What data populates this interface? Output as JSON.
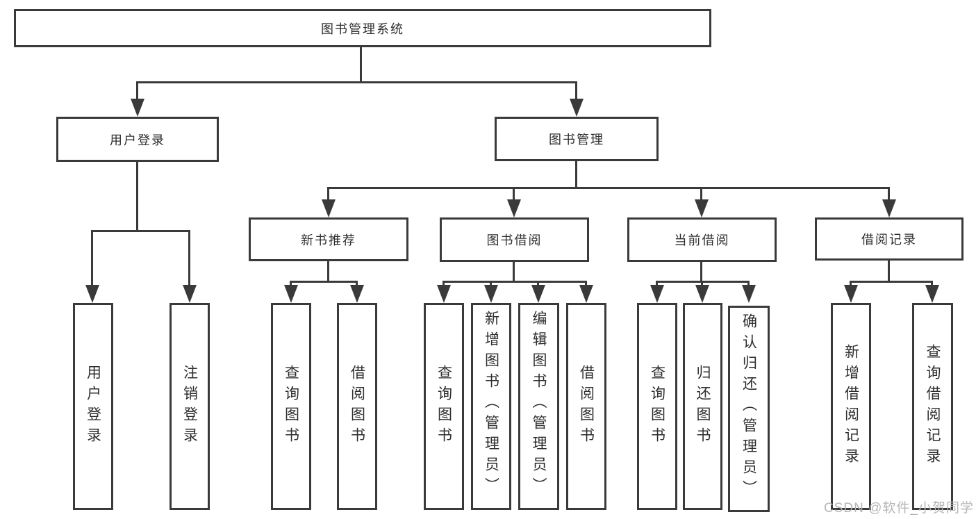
{
  "tree": {
    "label": "图书管理系统",
    "children": [
      {
        "label": "用户登录",
        "children": [
          {
            "label": "用户登录"
          },
          {
            "label": "注销登录"
          }
        ]
      },
      {
        "label": "图书管理",
        "children": [
          {
            "label": "新书推荐",
            "children": [
              {
                "label": "查询图书"
              },
              {
                "label": "借阅图书"
              }
            ]
          },
          {
            "label": "图书借阅",
            "children": [
              {
                "label": "查询图书"
              },
              {
                "label": "新增图书（管理员）"
              },
              {
                "label": "编辑图书（管理员）"
              },
              {
                "label": "借阅图书"
              }
            ]
          },
          {
            "label": "当前借阅",
            "children": [
              {
                "label": "查询图书"
              },
              {
                "label": "归还图书"
              },
              {
                "label": "确认归还（管理员）"
              }
            ]
          },
          {
            "label": "借阅记录",
            "children": [
              {
                "label": "新增借阅记录"
              },
              {
                "label": "查询借阅记录"
              }
            ]
          }
        ]
      }
    ]
  },
  "watermark": {
    "text": "CSDN @软件_小贺同学"
  },
  "colors": {
    "line": "#3a3a3a",
    "box_border": "#3a3a3a",
    "text": "#2e2e2e",
    "background": "#ffffff",
    "watermark": "#b5b5b5"
  }
}
